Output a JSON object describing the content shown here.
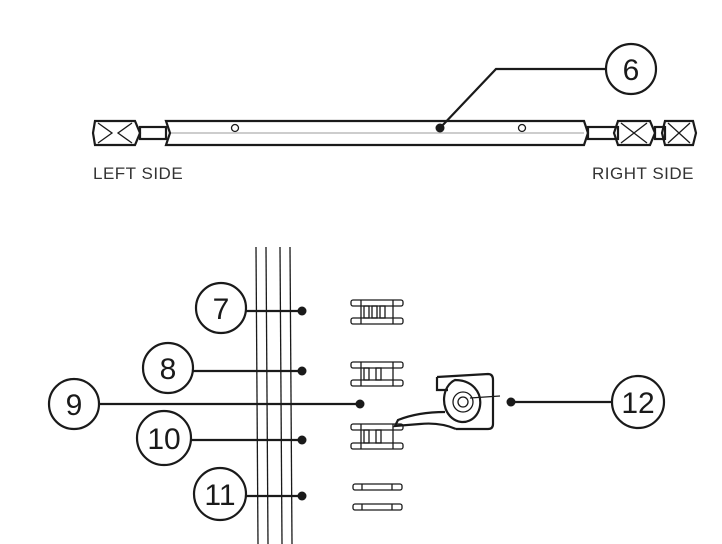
{
  "labels": {
    "left_side": "LEFT SIDE",
    "right_side": "RIGHT SIDE"
  },
  "callouts": [
    {
      "id": "6",
      "label": "6"
    },
    {
      "id": "7",
      "label": "7"
    },
    {
      "id": "8",
      "label": "8"
    },
    {
      "id": "9",
      "label": "9"
    },
    {
      "id": "10",
      "label": "10"
    },
    {
      "id": "11",
      "label": "11"
    },
    {
      "id": "12",
      "label": "12"
    }
  ],
  "colors": {
    "ink": "#1a1a1a",
    "text": "#333333",
    "background": "#ffffff"
  }
}
